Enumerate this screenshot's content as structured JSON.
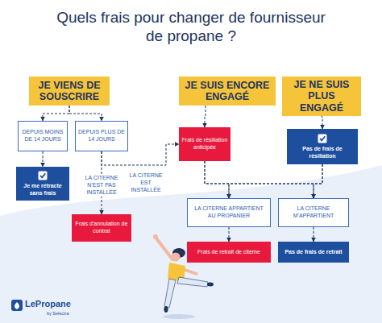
{
  "diagram": {
    "title": "Quels frais pour changer de fournisseur de propane ?",
    "nodes": [
      {
        "text": [
          "JE VIENS DE SOUSCRIRE"
        ]
      },
      {
        "text": [
          "JE SUIS ENCORE ENGAGÉ"
        ]
      },
      {
        "text": [
          "JE NE SUIS PLUS ENGAGÉ"
        ]
      },
      {
        "text": [
          "DEPUIS MOINS DE 14 JOURS"
        ]
      },
      {
        "text": [
          "DEPUIS PLUS DE 14 JOURS"
        ]
      },
      {
        "text": [
          "Je me rétracte sans frais"
        ]
      },
      {
        "text": [
          "Frais d'annulation de contrat"
        ]
      },
      {
        "text": [
          "Frais de résiliation anticipée"
        ]
      },
      {
        "text": [
          "Pas de frais de résiliation"
        ]
      },
      {
        "text": [
          "LA CITERNE APPARTIENT AU PROPANIER"
        ]
      },
      {
        "text": [
          "LA CITERNE M'APPARTIENT"
        ]
      },
      {
        "text": [
          "Frais de retrait de citerne"
        ]
      },
      {
        "text": [
          "Pas de frais de retrait"
        ]
      }
    ],
    "edges": [
      {
        "from": 0,
        "to": 3,
        "arrow": "to"
      },
      {
        "from": 0,
        "to": 4,
        "arrow": "to"
      },
      {
        "from": 3,
        "to": 5,
        "arrow": "to"
      },
      {
        "from": 4,
        "to": 6,
        "label": "LA CITERNE N'EST PAS INSTALLÉE",
        "arrow": "to"
      },
      {
        "from": 4,
        "to": 7,
        "label": "LA CITERNE EST INSTALLÉE",
        "arrow": "to"
      },
      {
        "from": 1,
        "to": 7,
        "arrow": "to"
      },
      {
        "from": 2,
        "to": 8,
        "arrow": "to"
      },
      {
        "from": 7,
        "to": 9,
        "arrow": "to"
      },
      {
        "from": 7,
        "to": 10,
        "arrow": "to"
      },
      {
        "from": 8,
        "to": 9,
        "arrow": "to"
      },
      {
        "from": 8,
        "to": 10,
        "arrow": "to"
      },
      {
        "from": 9,
        "to": 11,
        "arrow": "to"
      },
      {
        "from": 10,
        "to": 12,
        "arrow": "to"
      }
    ],
    "labels": [
      "LePropane",
      "by Selectra"
    ]
  }
}
